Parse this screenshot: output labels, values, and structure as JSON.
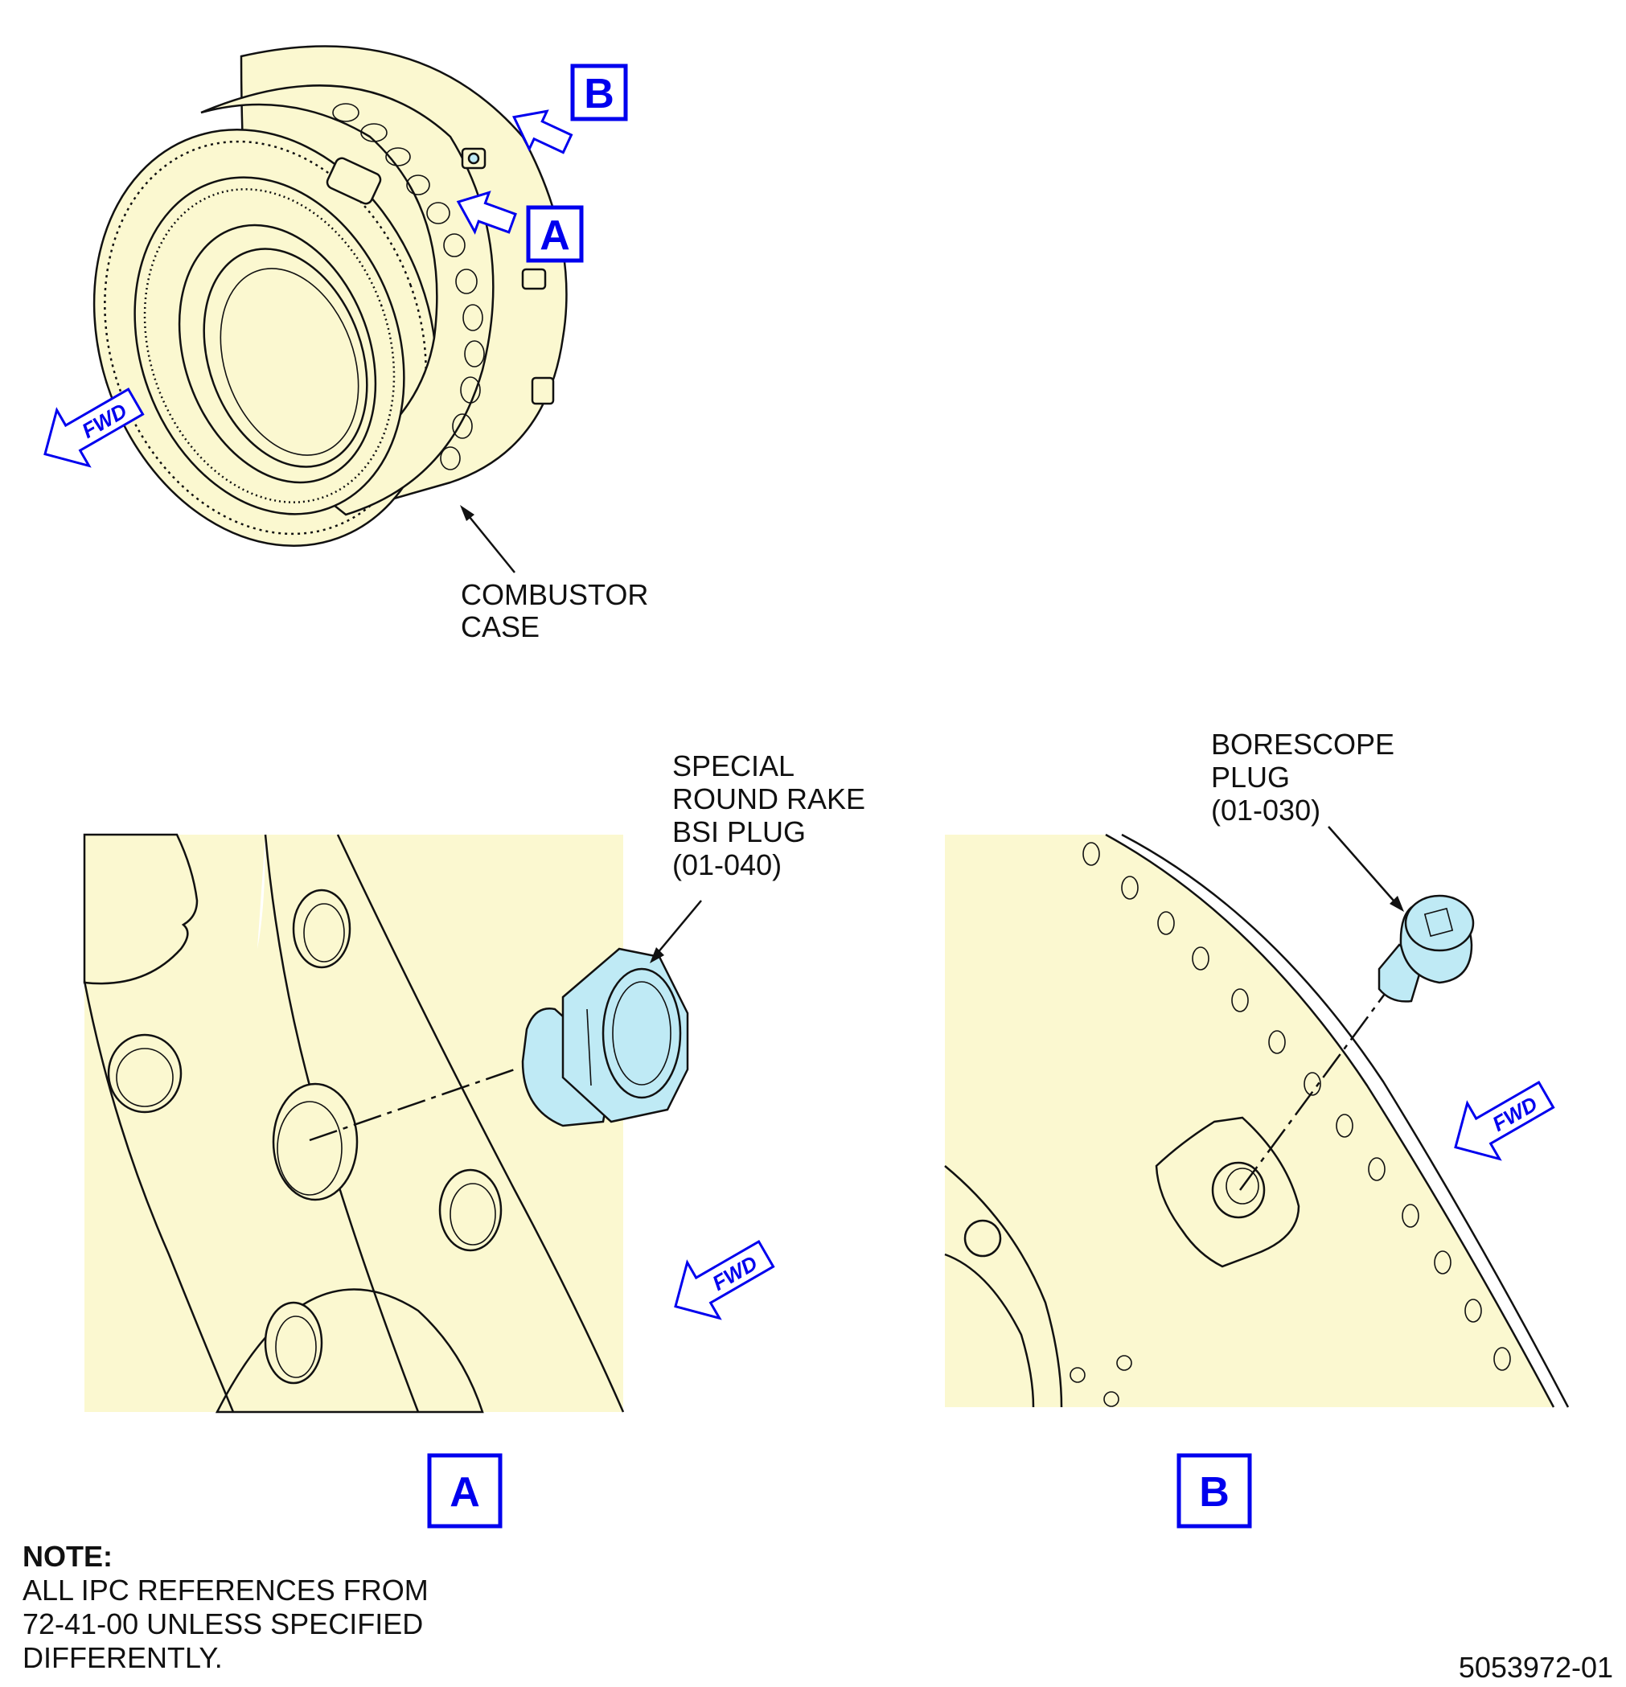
{
  "overview": {
    "case_label_line1": "COMBUSTOR",
    "case_label_line2": "CASE",
    "callout_a": "A",
    "callout_b": "B",
    "fwd": "FWD"
  },
  "detail_a": {
    "label_line1": "SPECIAL",
    "label_line2": "ROUND RAKE",
    "label_line3": "BSI PLUG",
    "label_line4": "(01-040)",
    "fwd": "FWD",
    "view_label": "A"
  },
  "detail_b": {
    "label_line1": "BORESCOPE",
    "label_line2": "PLUG",
    "label_line3": "(01-030)",
    "fwd": "FWD",
    "view_label": "B"
  },
  "note": {
    "title": "NOTE:",
    "line1": "ALL IPC REFERENCES FROM",
    "line2": "72-41-00 UNLESS SPECIFIED",
    "line3": "DIFFERENTLY."
  },
  "figure_id": "5053972-01",
  "colors": {
    "part_fill": "#fbf8d0",
    "plug_fill": "#bfeaf5",
    "callout_blue": "#0000ee"
  }
}
